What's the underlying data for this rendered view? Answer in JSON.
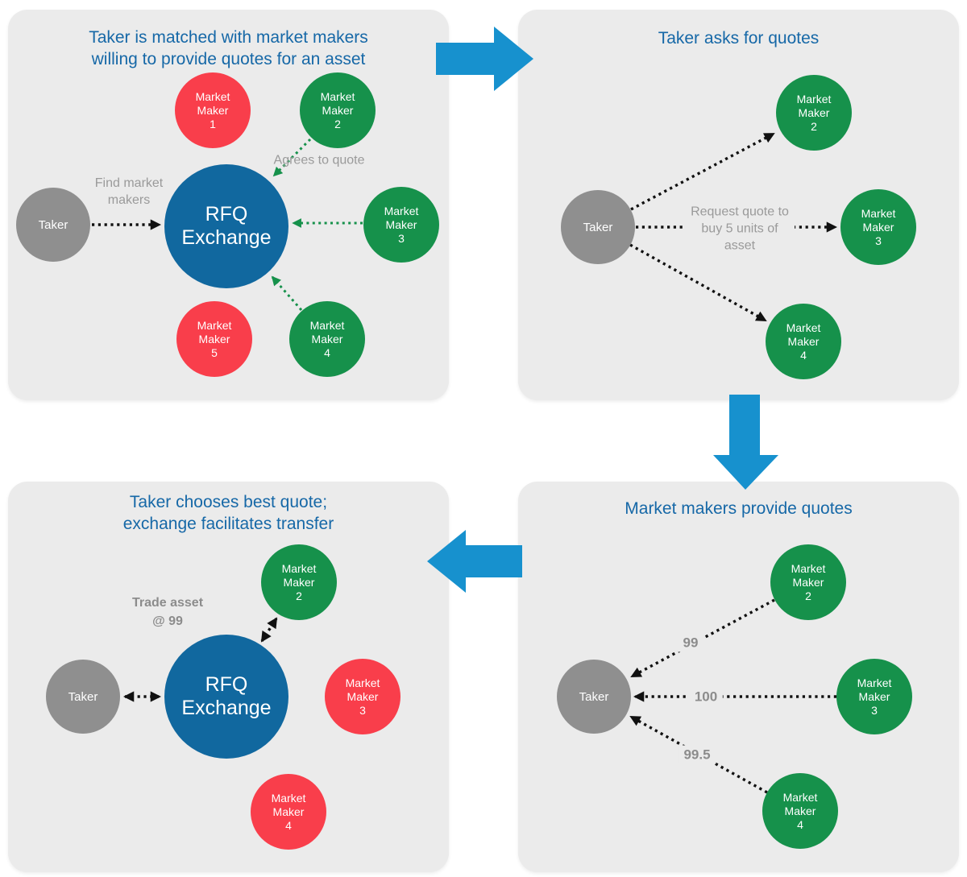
{
  "colors": {
    "page_bg": "#ffffff",
    "panel_bg": "#ebebeb",
    "title_text": "#1668a7",
    "annotation_text": "#9a9a9a",
    "quote_text": "#8c8c8c",
    "taker_fill": "#8f8f8f",
    "maker_quoting_fill": "#16914b",
    "maker_declined_fill": "#f93e4b",
    "exchange_fill": "#11689f",
    "node_text": "#ffffff",
    "flow_arrow": "#1791ce",
    "dotted_arrow_black": "#111111",
    "dotted_arrow_green": "#16914b"
  },
  "panels": {
    "match": {
      "title": "Taker is matched with market makers\nwilling to provide quotes for an asset",
      "nodes": {
        "taker": {
          "label": "Taker"
        },
        "exchange": {
          "label": "RFQ\nExchange"
        },
        "mm1": {
          "label": "Market\nMaker\n1"
        },
        "mm2": {
          "label": "Market\nMaker\n2"
        },
        "mm3": {
          "label": "Market\nMaker\n3"
        },
        "mm4": {
          "label": "Market\nMaker\n4"
        },
        "mm5": {
          "label": "Market\nMaker\n5"
        }
      },
      "annotations": {
        "find": "Find market\nmakers",
        "agrees": "Agrees to quote"
      }
    },
    "ask": {
      "title": "Taker asks for quotes",
      "nodes": {
        "taker": {
          "label": "Taker"
        },
        "mm2": {
          "label": "Market\nMaker\n2"
        },
        "mm3": {
          "label": "Market\nMaker\n3"
        },
        "mm4": {
          "label": "Market\nMaker\n4"
        }
      },
      "annotations": {
        "request": "Request quote to\nbuy 5 units of\nasset"
      }
    },
    "quotes": {
      "title": "Market makers provide quotes",
      "nodes": {
        "taker": {
          "label": "Taker"
        },
        "mm2": {
          "label": "Market\nMaker\n2"
        },
        "mm3": {
          "label": "Market\nMaker\n3"
        },
        "mm4": {
          "label": "Market\nMaker\n4"
        }
      },
      "annotations": {
        "mm2_quote": "99",
        "mm3_quote": "100",
        "mm4_quote": "99.5"
      }
    },
    "settle": {
      "title": "Taker chooses best quote;\nexchange facilitates transfer",
      "nodes": {
        "taker": {
          "label": "Taker"
        },
        "exchange": {
          "label": "RFQ\nExchange"
        },
        "mm2": {
          "label": "Market\nMaker\n2"
        },
        "mm3": {
          "label": "Market\nMaker\n3"
        },
        "mm4": {
          "label": "Market\nMaker\n4"
        }
      },
      "annotations": {
        "trade": "Trade asset\n@ 99"
      }
    }
  }
}
